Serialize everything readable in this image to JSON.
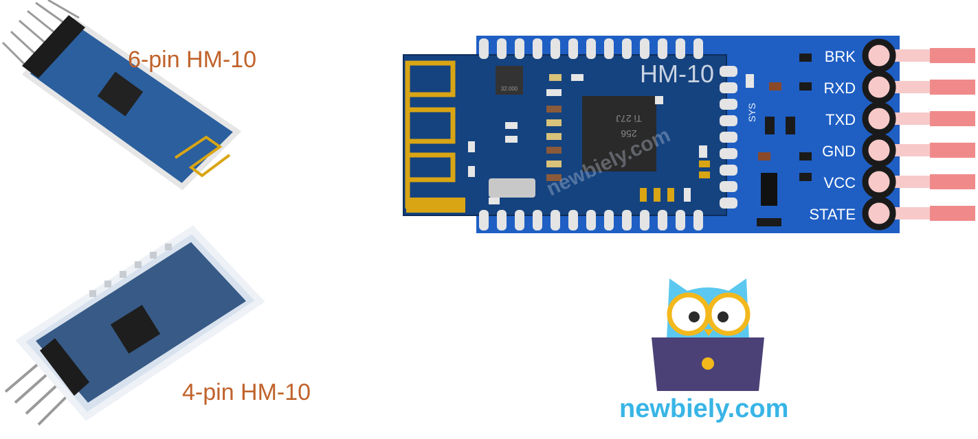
{
  "labels": {
    "six_pin": "6-pin HM-10",
    "four_pin": "4-pin HM-10"
  },
  "module": {
    "name": "HM-10",
    "sys_label": "SYS",
    "chip_marking": [
      "32.000",
      "Ti 27J",
      "256"
    ],
    "pins": [
      "BRK",
      "RXD",
      "TXD",
      "GND",
      "VCC",
      "STATE"
    ]
  },
  "watermark": "newbiely.com",
  "brand": {
    "site": "newbiely.com"
  },
  "colors": {
    "label_orange": "#c0622a",
    "board_blue": "#1f5fc4",
    "board_dark": "#15437f",
    "pad_gray": "#e4e4e4",
    "antenna_gold": "#d9a514",
    "pin_ring": "#1a1a1a",
    "pin_wire": "#f7c9c9",
    "pin_tip": "#f08a8a",
    "brand_cyan": "#38b5e6",
    "owl_blue": "#5bc8ef",
    "glasses_gold": "#f2b81c",
    "laptop_purple": "#4b4177"
  }
}
